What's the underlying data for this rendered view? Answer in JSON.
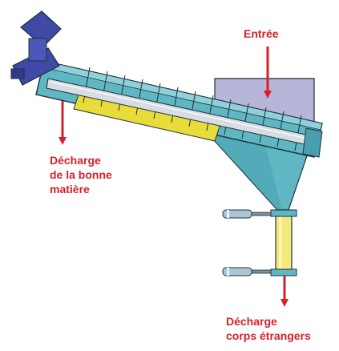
{
  "labels": {
    "entree": "Entrée",
    "bonne_matiere": [
      "Décharge",
      "de la bonne",
      "matière"
    ],
    "corps_etrangers": [
      "Décharge",
      "corps étrangers"
    ]
  },
  "colors": {
    "label_red": "#d71f2a",
    "arrow_red": "#d71f2a",
    "casing_cyan": "#5fb7c4",
    "casing_outline": "#1f2f3a",
    "motor_blue": "#3f4aa6",
    "hopper_lavender": "#b7b5d8",
    "screen_yellow": "#e8dc3a",
    "shaft_gray": "#d7dde2"
  }
}
